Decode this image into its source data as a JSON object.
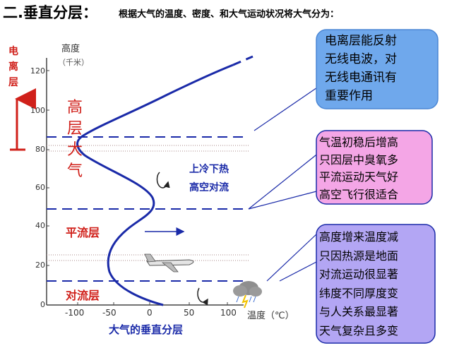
{
  "header": {
    "title": "二.垂直分层：",
    "subtitle": "根据大气的温度、密度、和大气运动状况将大气分为："
  },
  "axes": {
    "y_label": "高度",
    "y_unit": "（千米）",
    "x_label": "温度（℃）",
    "y_ticks": [
      "120",
      "100",
      "80",
      "60",
      "40",
      "20",
      "0"
    ],
    "x_ticks": [
      "-100",
      "-50",
      "0",
      "50",
      "100"
    ],
    "caption": "大气的垂直分层"
  },
  "layers": {
    "ionosphere_vertical": [
      "电",
      "离",
      "层"
    ],
    "upper_atmosphere": [
      "高",
      "层",
      "大",
      "气"
    ],
    "stratosphere": "平流层",
    "troposphere": "对流层",
    "mesosphere_note": [
      "上冷下热",
      "高空对流"
    ]
  },
  "callouts": {
    "ionosphere": [
      "电离层能反射",
      "无线电波，对",
      "无线电通讯有",
      "重要作用"
    ],
    "stratosphere": [
      "气温初稳后增高",
      "只因层中臭氧多",
      "平流运动天气好",
      "高空飞行很适合"
    ],
    "troposphere": [
      "高度增来温度减",
      "只因热源是地面",
      "对流运动很显著",
      "纬度不同厚度变",
      "与人关系最显著",
      "天气复杂且多变"
    ]
  },
  "icons": {
    "airplane": "airplane-icon",
    "storm": "thundercloud-icon",
    "convection": "circular-arrow-icon"
  },
  "colors": {
    "curve": "#1a2aa8",
    "dashed": "#1a2aa8",
    "red_text": "#d0201a",
    "callout_blue": "#6fa8ec",
    "callout_pink": "#f4a6e6",
    "callout_purple": "#b3a6f4"
  }
}
